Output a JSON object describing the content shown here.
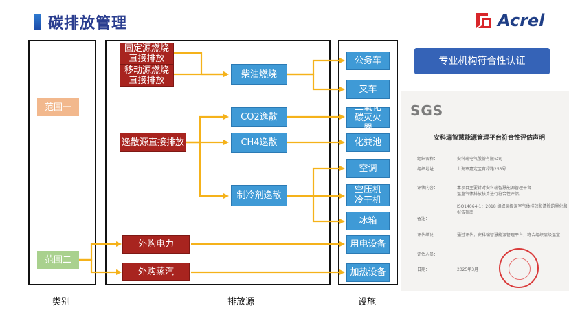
{
  "header": {
    "title": "碳排放管理",
    "logo_text": "Acrel",
    "brand_color": "#1f3e86"
  },
  "columns": {
    "category_label": "类别",
    "source_label": "排放源",
    "facility_label": "设施"
  },
  "scopes": [
    "范围一",
    "范围二"
  ],
  "sources": [
    "固定源燃烧直接排放",
    "移动源燃烧直接排放",
    "逸散源直接排放",
    "外购电力",
    "外购蒸汽"
  ],
  "intermediates": [
    "柴油燃烧",
    "CO2逸散",
    "CH4逸散",
    "制冷剂逸散"
  ],
  "facilities": [
    "公务车",
    "叉车",
    "二氧化碳灭火器",
    "化粪池",
    "空调",
    "空压机冷干机",
    "冰箱",
    "用电设备",
    "加热设备"
  ],
  "certification": {
    "badge_label": "专业机构符合性认证",
    "sgs_label": "SGS",
    "doc_title": "安科瑞智慧能源管理平台符合性评估声明",
    "lines": [
      "组织名称：",
      "安科瑞电气股份有限公司",
      "组织地址：",
      "上海市嘉定区育绿路253号",
      "评估内容：",
      "本项目主要针对安科瑞智慧能源管理平台",
      "温室气体排放核算进行符合性评估。",
      "ISO14064-1：2018 组织层级温室气体排放和清除的量化和",
      "报告指南",
      "备注：",
      "评估结论：",
      "通过评估，安科瑞智慧能源管理平台，符合组织层级温室",
      "评估人员：",
      "日期：",
      "2025年3月"
    ]
  },
  "colors": {
    "source_red": "#a8241f",
    "facility_blue": "#3f9ad6",
    "arrow_orange": "#f5b21a",
    "scope1": "#f2b88d",
    "scope2": "#a9d18e"
  }
}
